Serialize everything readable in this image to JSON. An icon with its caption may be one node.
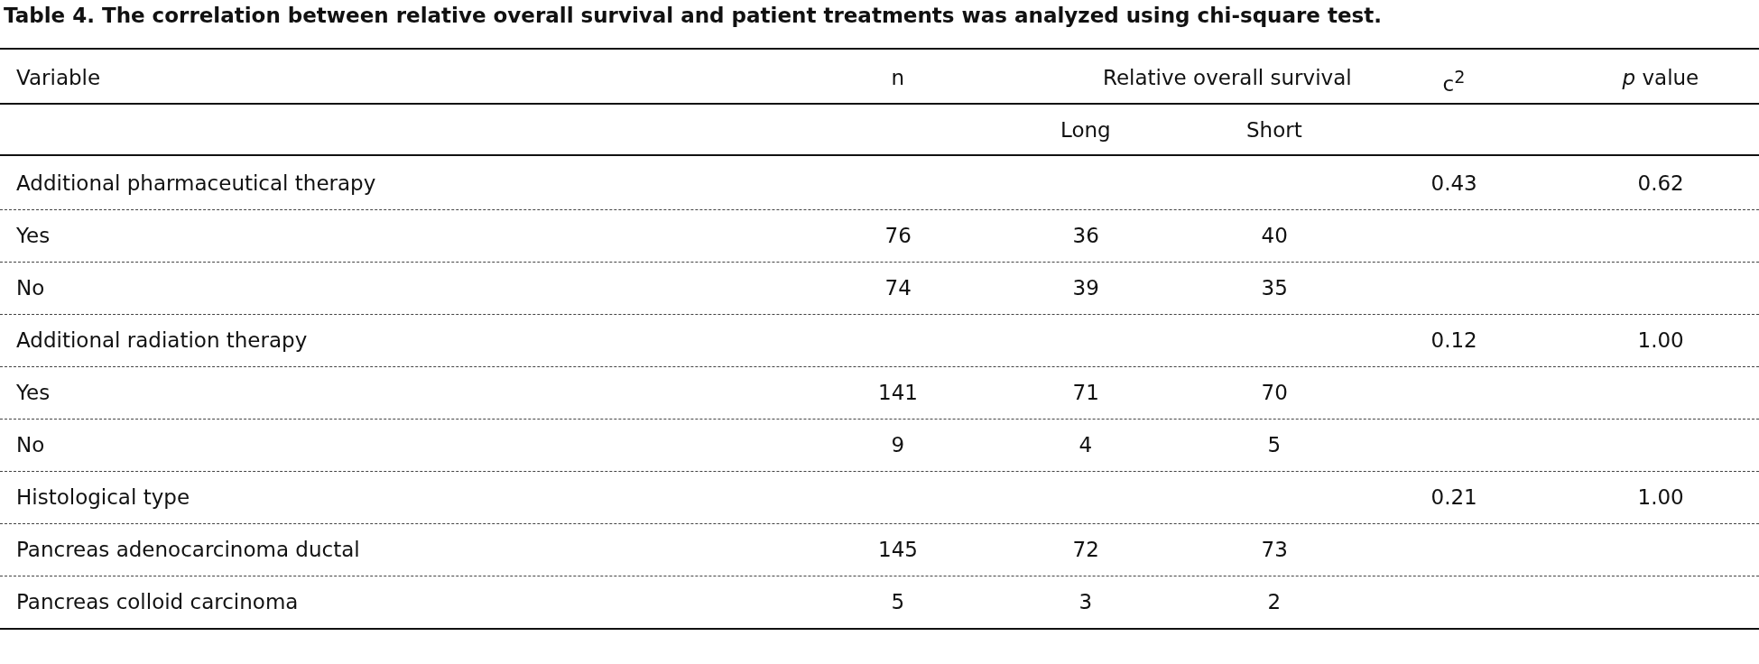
{
  "diagram": {
    "title": "Table 4. The correlation between relative overall survival and patient treatments was analyzed using chi-square test.",
    "labels": [
      "Variable",
      "n",
      "Relative overall survival",
      "c$^{2}$",
      "*p* value",
      "Long",
      "Short",
      "Additional pharmaceutical therapy",
      "0.43",
      "0.62",
      "Yes",
      "76",
      "36",
      "40",
      "No",
      "74",
      "39",
      "35",
      "Additional radiation therapy",
      "0.12",
      "1.00",
      "Yes",
      "141",
      "71",
      "70",
      "No",
      "9",
      "4",
      "5",
      "Histological type",
      "0.21",
      "1.00",
      "Pancreas adenocarcinoma ductal",
      "145",
      "72",
      "73",
      "Pancreas colloid carcinoma",
      "5",
      "3",
      "2"
    ]
  }
}
